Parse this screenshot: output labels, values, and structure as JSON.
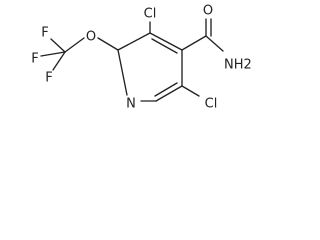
{
  "molecule": {
    "atoms": {
      "cl_top": "Cl",
      "amide_o": "O",
      "nh2": "NH2",
      "ether_o": "O",
      "f_top": "F",
      "f_left": "F",
      "f_bottom": "F",
      "ring_n": "N",
      "cl_bottom": "Cl"
    }
  }
}
